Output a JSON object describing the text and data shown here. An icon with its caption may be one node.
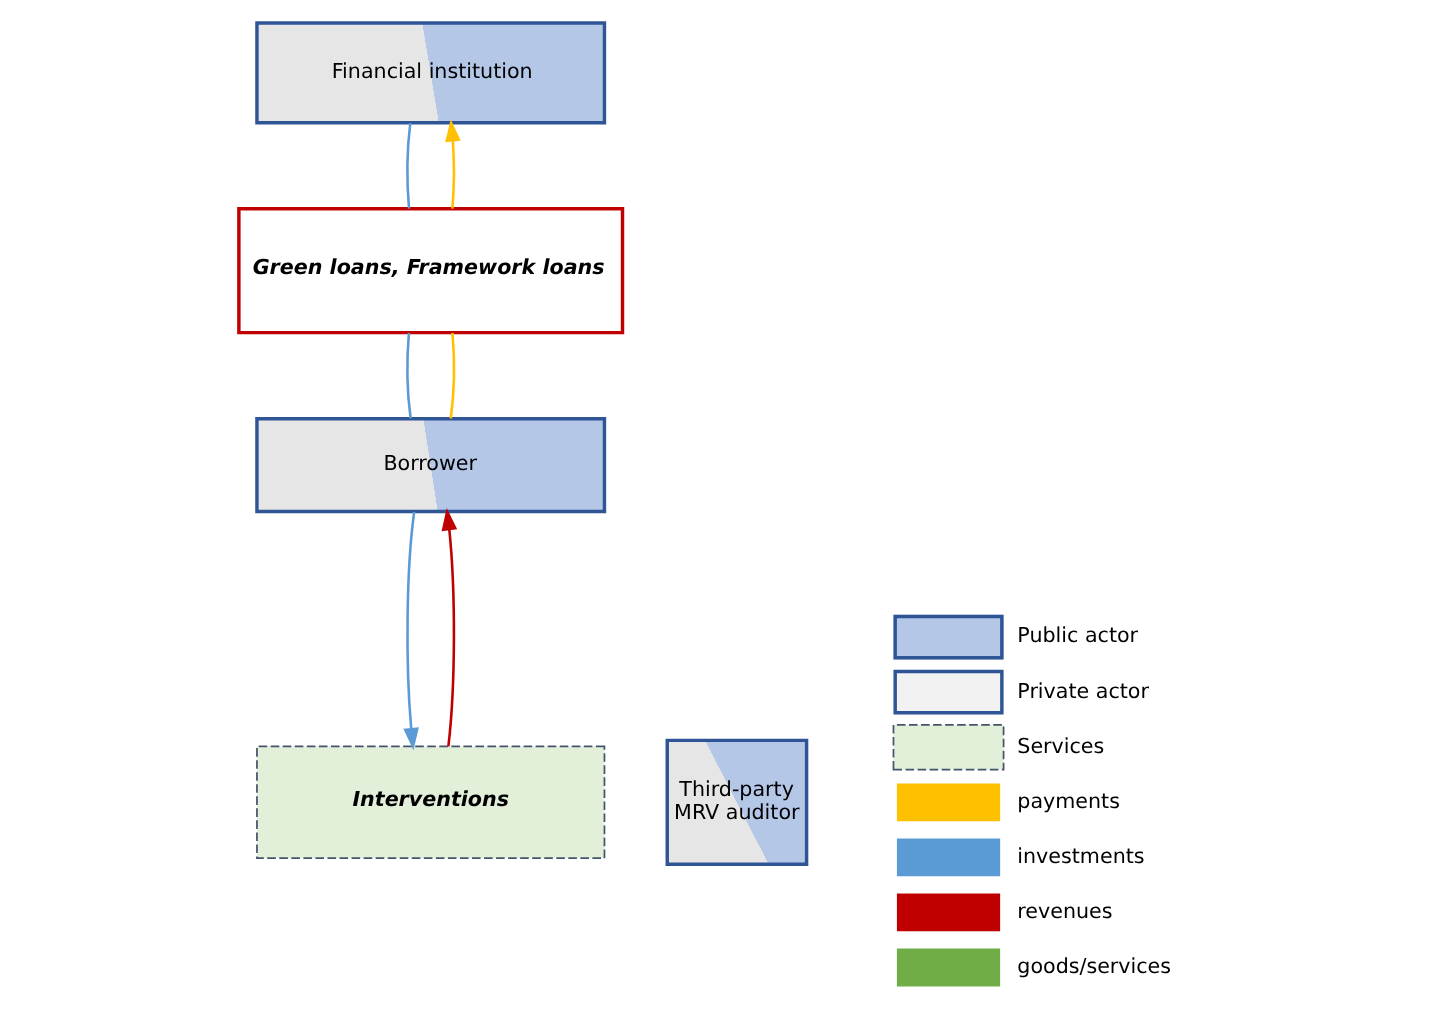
{
  "diagram": {
    "nodes": [
      {
        "text": [
          "Financial institution"
        ]
      },
      {
        "text": [
          "Green loans, Framework loans"
        ]
      },
      {
        "text": [
          "Borrower"
        ]
      },
      {
        "text": [
          "Interventions"
        ]
      },
      {
        "text": [
          "Third-party MRV auditor"
        ]
      }
    ],
    "edges": [
      {
        "from": 1,
        "to": 0,
        "arrow": "to",
        "color": "#ffc000"
      },
      {
        "from": 0,
        "to": 1,
        "arrow": "none",
        "color": "#5b9bd5"
      },
      {
        "from": 2,
        "to": 1,
        "arrow": "none",
        "color": "#ffc000"
      },
      {
        "from": 1,
        "to": 2,
        "arrow": "none",
        "color": "#5b9bd5"
      },
      {
        "from": 2,
        "to": 3,
        "arrow": "to",
        "color": "#5b9bd5"
      },
      {
        "from": 3,
        "to": 2,
        "arrow": "to",
        "color": "#c00000"
      }
    ],
    "legend": [
      {
        "text": "Public actor",
        "color": "#b4c7e7"
      },
      {
        "text": "Private actor",
        "color": "#f2f2f2"
      },
      {
        "text": "Services"
      },
      {
        "text": "payments"
      },
      {
        "text": "investments"
      },
      {
        "text": "revenues"
      },
      {
        "text": "goods/services"
      }
    ]
  }
}
